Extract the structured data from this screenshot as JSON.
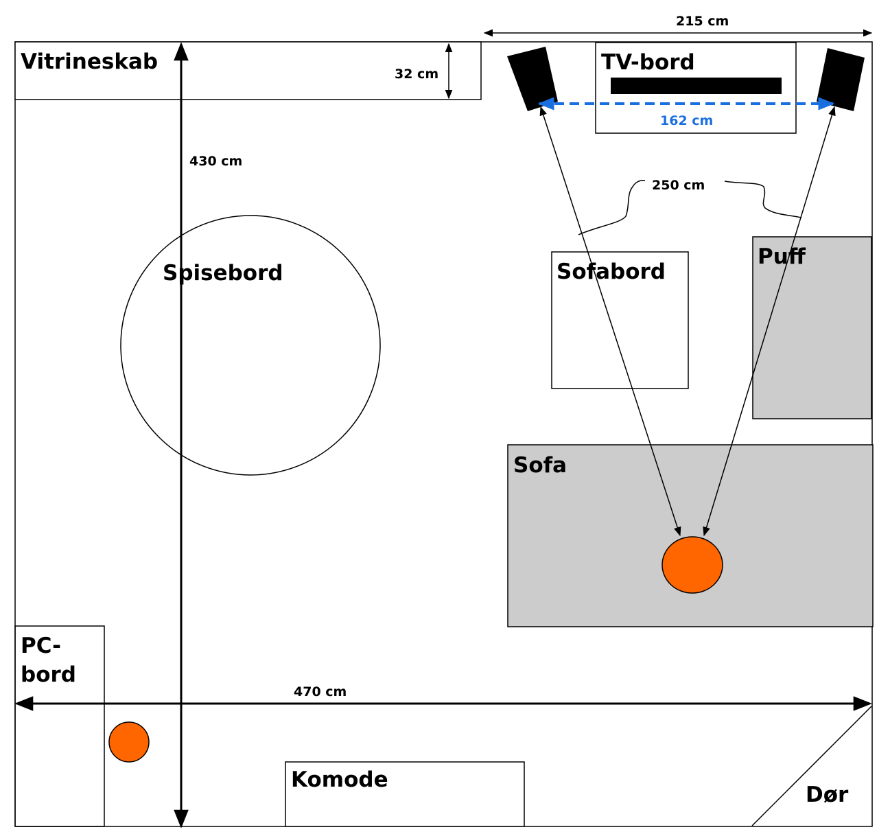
{
  "colors": {
    "sofa_fill": "#cccccc",
    "puff_fill": "#cccccc",
    "listener_fill": "#ff6600",
    "speaker_fill": "#000000",
    "dimension_line": "#000000",
    "speaker_distance_line": "#1a6fe0",
    "outline": "#000000",
    "background": "#ffffff"
  },
  "furniture": {
    "vitrineskab": "Vitrineskab",
    "tv_bord": "TV-bord",
    "spisebord": "Spisebord",
    "sofabord": "Sofabord",
    "puff": "Puff",
    "sofa": "Sofa",
    "pc_bord_line1": "PC-",
    "pc_bord_line2": "bord",
    "komode": "Komode",
    "dor": "Dør"
  },
  "dimensions": {
    "top_width": "215 cm",
    "vitrineskab_depth": "32 cm",
    "room_depth": "430 cm",
    "speaker_spacing": "162 cm",
    "listening_distance": "250 cm",
    "room_width": "470 cm"
  },
  "icons": {
    "speaker_left": "speaker-icon",
    "speaker_right": "speaker-icon",
    "listener_sofa": "listener-position-icon",
    "listener_pc": "listener-position-icon"
  }
}
